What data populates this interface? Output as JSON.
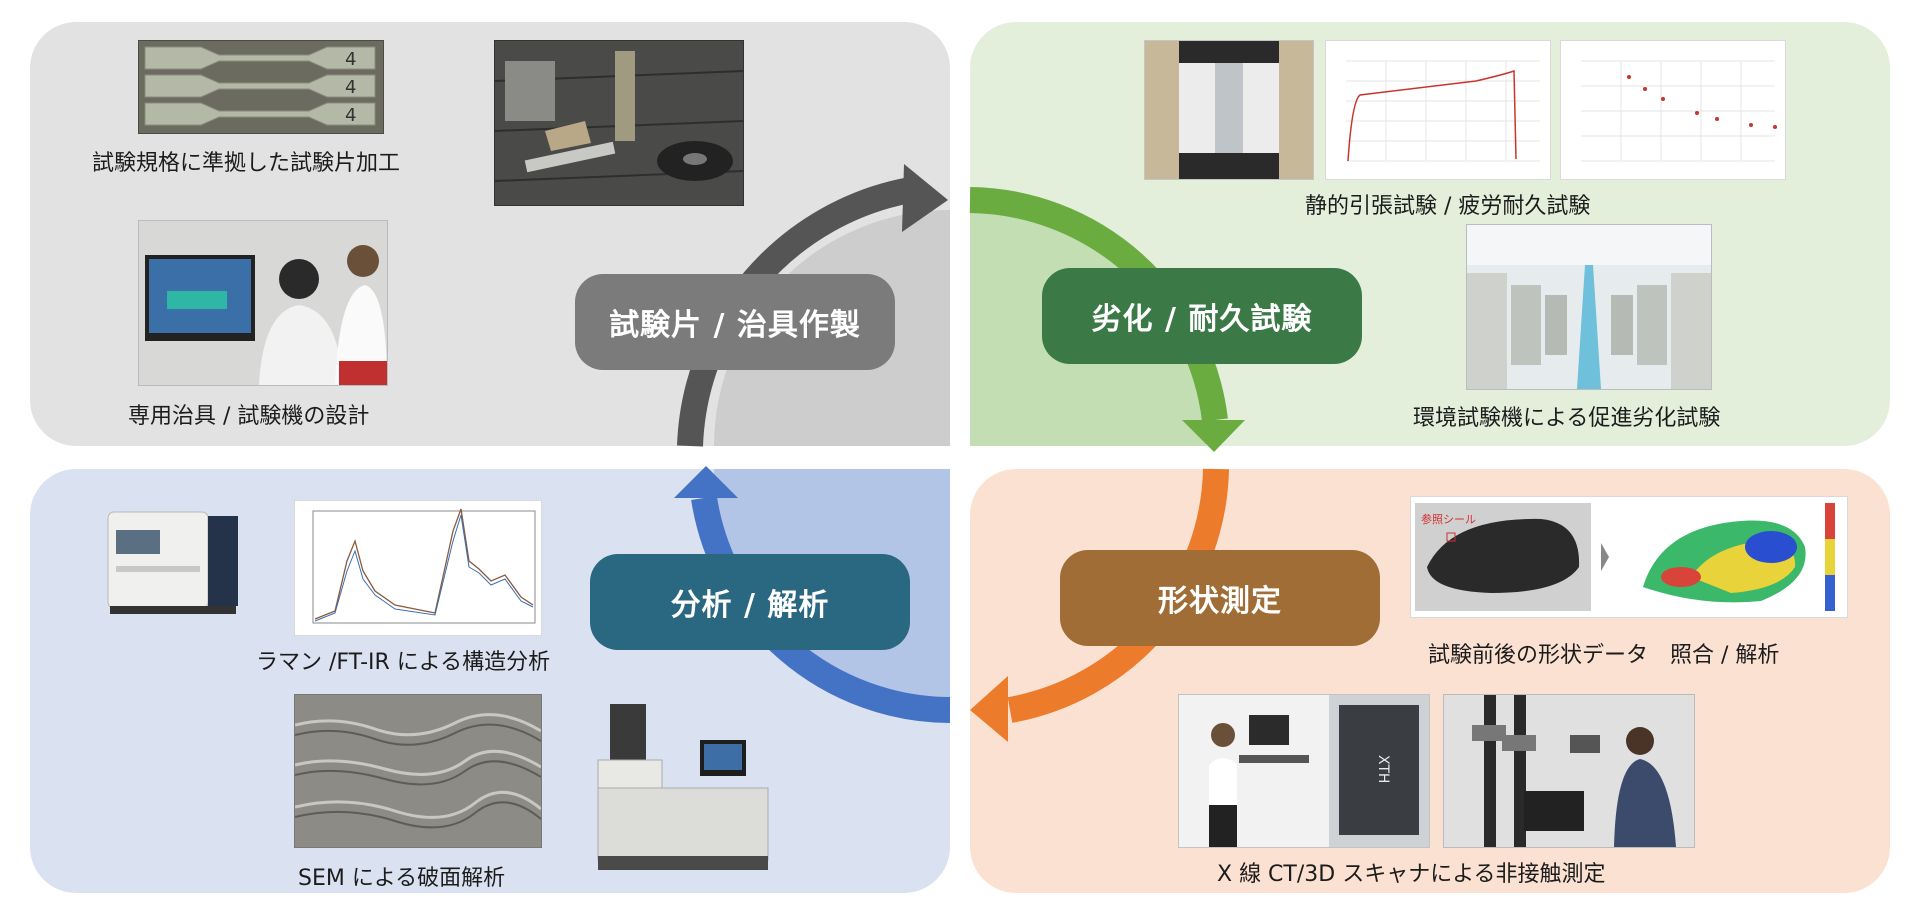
{
  "stages": {
    "specimen": "試験片 / 治具作製",
    "degradation": "劣化 / 耐久試験",
    "measurement": "形状測定",
    "analysis": "分析 / 解析"
  },
  "captions": {
    "specimen_machining": "試験規格に準拠した試験片加工",
    "jig_design": "専用治具 / 試験機の設計",
    "tensile_fatigue": "静的引張試験 / 疲労耐久試験",
    "env_degradation": "環境試験機による促進劣化試験",
    "shape_compare": "試験前後の形状データ　照合 / 解析",
    "xray_scan": "X 線 CT/3D スキャナによる非接触測定",
    "raman_ftir": "ラマン /FT-IR による構造分析",
    "sem": "SEM による破面解析"
  },
  "image_labels": {
    "specimen_number": "4",
    "ref_seal": "参照シール",
    "xray_brand": "XTH"
  },
  "colors": {
    "specimen_quadrant": "#e2e2e2",
    "degradation_quadrant": "#e3eedb",
    "analysis_quadrant": "#dae2f1",
    "measurement_quadrant": "#fbe1d2",
    "specimen_pill": "#7b7b7b",
    "degradation_pill": "#3b7a46",
    "measurement_pill": "#a06d36",
    "analysis_pill": "#2a6780",
    "arrow_gray": "#555555",
    "arrow_green": "#6aac3f",
    "arrow_orange": "#ec7b2c",
    "arrow_blue": "#4472c4"
  }
}
